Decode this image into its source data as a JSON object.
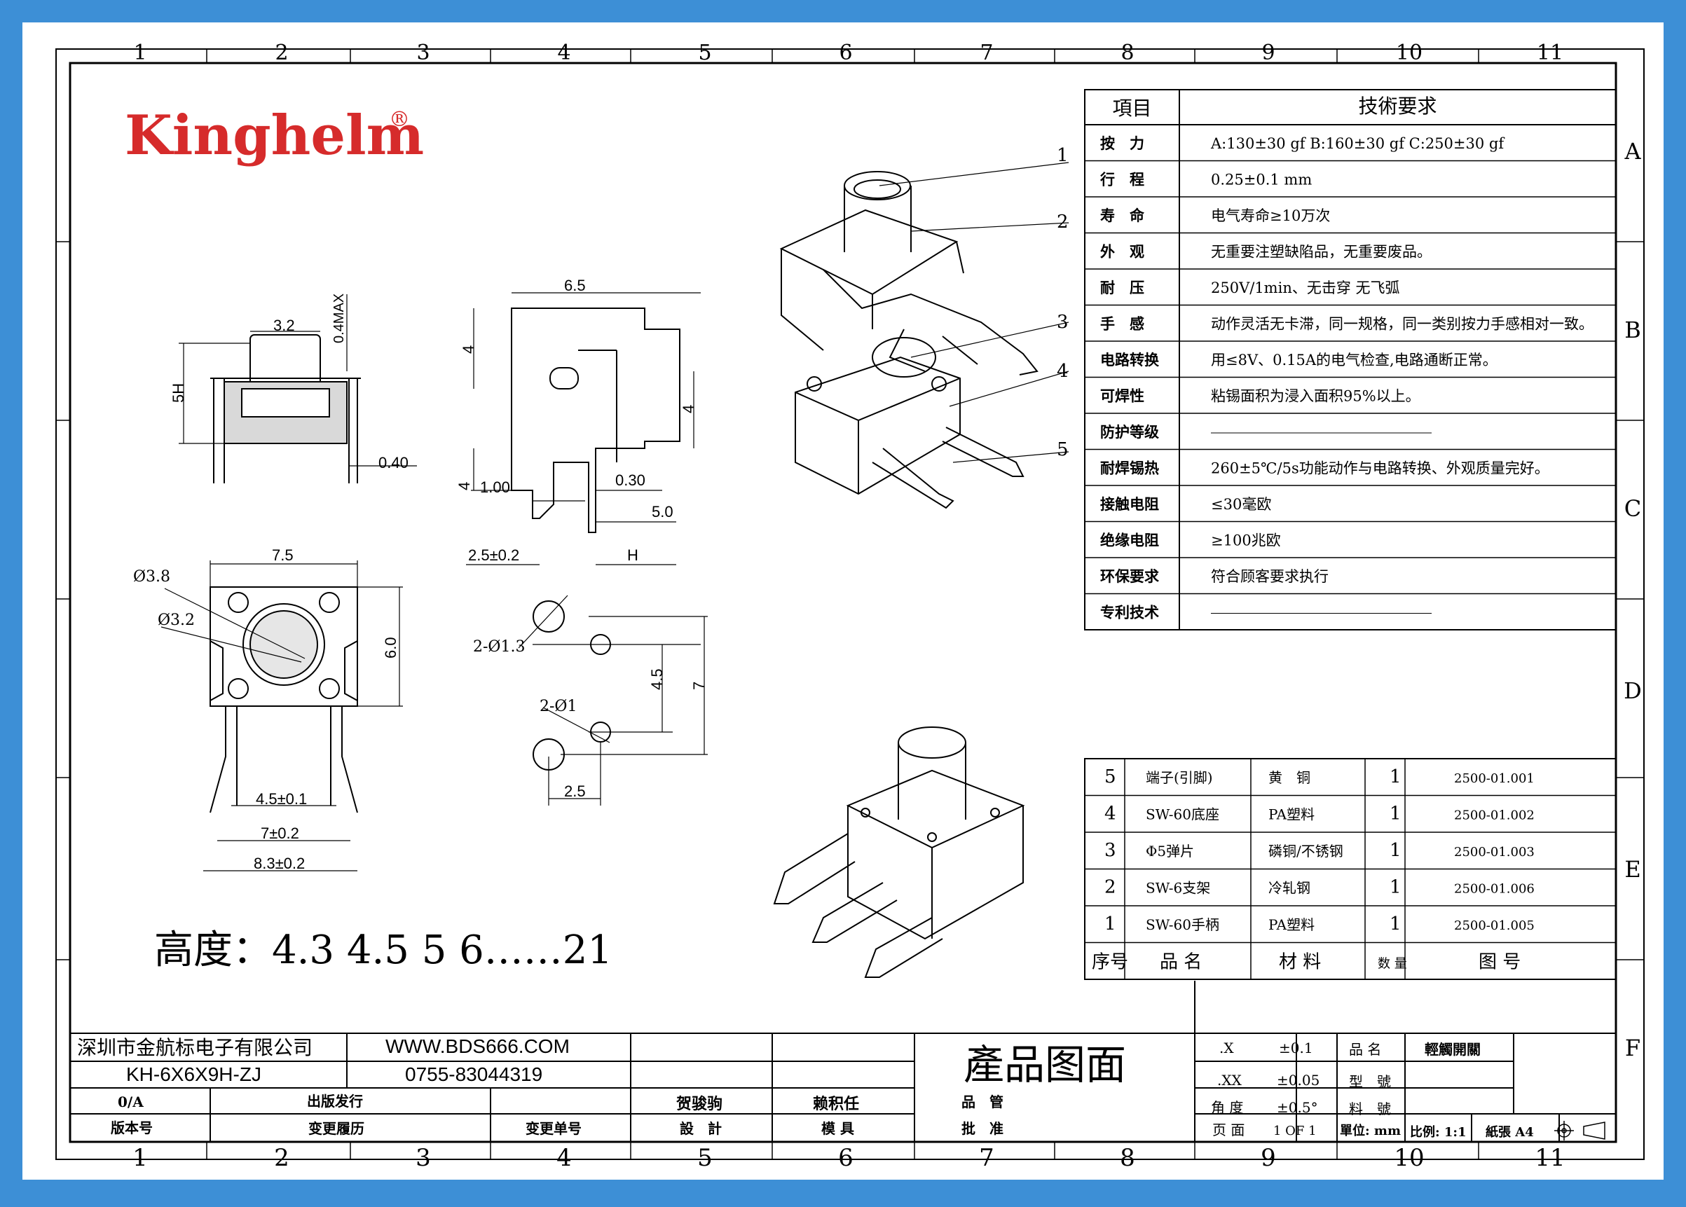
{
  "brand": {
    "name": "Kinghelm",
    "registered": "®"
  },
  "grid": {
    "columns": [
      "1",
      "2",
      "3",
      "4",
      "5",
      "6",
      "7",
      "8",
      "9",
      "10",
      "11"
    ],
    "rows": [
      "A",
      "B",
      "C",
      "D",
      "E",
      "F"
    ]
  },
  "dims": {
    "side": {
      "w": "3.2",
      "h": "5H",
      "gap": "0.4MAX",
      "pin": "0.40"
    },
    "profile": {
      "top": "6.5",
      "v1": "4",
      "v2": "4",
      "v3": "4",
      "d1": "1.00",
      "d2": "0.30",
      "d3": "5.0",
      "d4": "2.5±0.2",
      "d5": "H"
    },
    "top": {
      "w": "7.5",
      "d1": "Ø3.8",
      "d2": "Ø3.2",
      "h": "6.0",
      "p1": "4.5±0.1",
      "p2": "7±0.2",
      "p3": "8.3±0.2"
    },
    "pcb": {
      "h1": "2-Ø1.3",
      "h2": "2-Ø1",
      "v1": "4.5",
      "v2": "7",
      "w": "2.5"
    }
  },
  "heights": "高度：4.3 4.5 5 6……21",
  "balloons": [
    "1",
    "2",
    "3",
    "4",
    "5"
  ],
  "spec": {
    "header": [
      "項目",
      "技術要求"
    ],
    "rows": [
      [
        "按　力",
        "A:130±30 gf  B:160±30 gf  C:250±30 gf"
      ],
      [
        "行　程",
        "0.25±0.1 mm"
      ],
      [
        "寿　命",
        "电气寿命≥10万次"
      ],
      [
        "外　观",
        "无重要注塑缺陷品，无重要废品。"
      ],
      [
        "耐　压",
        "250V/1min、无击穿 无飞弧"
      ],
      [
        "手　感",
        "动作灵活无卡滞，同一规格，同一类别按力手感相对一致。"
      ],
      [
        "电路转换",
        "用≤8V、0.15A的电气检查,电路通断正常。"
      ],
      [
        "可焊性",
        "粘锡面积为浸入面积95%以上。"
      ],
      [
        "防护等级",
        ""
      ],
      [
        "耐焊锡热",
        "260±5℃/5s功能动作与电路转换、外观质量完好。"
      ],
      [
        "接触电阻",
        "≤30毫欧"
      ],
      [
        "绝缘电阻",
        "≥100兆欧"
      ],
      [
        "环保要求",
        "符合顾客要求执行"
      ],
      [
        "专利技术",
        ""
      ]
    ]
  },
  "bom": {
    "rows": [
      [
        "5",
        "端子(引脚)",
        "黄　铜",
        "1",
        "2500-01.001"
      ],
      [
        "4",
        "SW-60底座",
        "PA塑料",
        "1",
        "2500-01.002"
      ],
      [
        "3",
        "Φ5弹片",
        "磷铜/不锈钢",
        "1",
        "2500-01.003"
      ],
      [
        "2",
        "SW-6支架",
        "冷轧钢",
        "1",
        "2500-01.006"
      ],
      [
        "1",
        "SW-60手柄",
        "PA塑料",
        "1",
        "2500-01.005"
      ]
    ],
    "header": [
      "序号",
      "品 名",
      "材 料",
      "数 量",
      "图 号"
    ]
  },
  "title_block": {
    "company": "深圳市金航标电子有限公司",
    "website": "WWW.BDS666.COM",
    "part": "KH-6X6X9H-ZJ",
    "phone": "0755-83044319",
    "drawing_title": "產品图面",
    "version_val": "0/A",
    "issue": "出版发行",
    "version_label": "版本号",
    "change_history": "变更履历",
    "change_no": "变更单号",
    "designer": "贺骏驹",
    "design_label": "設　計",
    "mold_person": "赖积任",
    "mold_label": "模 具",
    "manage": "品　管",
    "approve": "批　准",
    "tol_x": ".X",
    "tol_x_val": "±0.1",
    "tol_xx": ".XX",
    "tol_xx_val": "±0.05",
    "angle": "角 度",
    "angle_val": "±0.5°",
    "page": "页 面",
    "page_val": "1 OF 1",
    "product_name_label": "品 名",
    "product_name": "輕觸開關",
    "model_label": "型　號",
    "material_no": "料　號",
    "unit": "單位: mm",
    "scale": "比例: 1:1",
    "paper": "紙張 A4"
  }
}
